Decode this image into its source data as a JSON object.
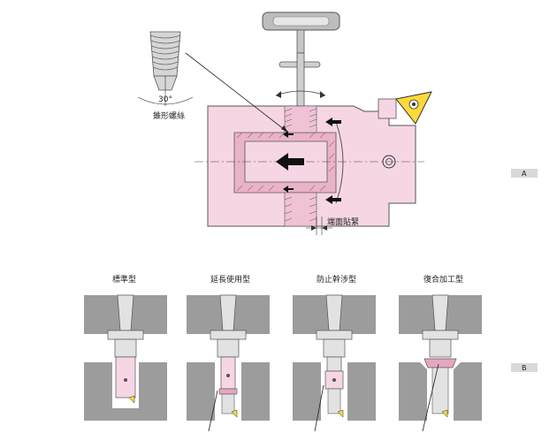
{
  "figure_a": {
    "label": "A",
    "taper_thread_label": "錐形螺絲",
    "angle_label": "30°",
    "face_contact_label": "端面貼緊"
  },
  "figure_b": {
    "label": "B",
    "types": [
      {
        "label": "標準型"
      },
      {
        "label": "延長使用型"
      },
      {
        "label": "防止幹涉型"
      },
      {
        "label": "復合加工型"
      }
    ]
  },
  "colors": {
    "body_pink": "#f6d6e4",
    "body_dark_pink": "#e7a6c2",
    "work_gray": "#9c9c9c",
    "holder_gray": "#e2e2e2",
    "insert_yellow": "#ffd83a",
    "arrow_black": "#111111"
  }
}
